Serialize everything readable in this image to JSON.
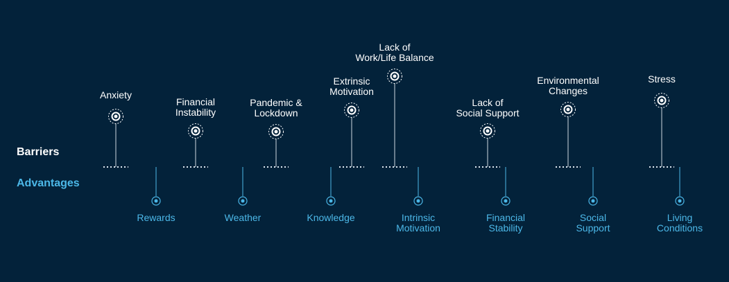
{
  "labels": {
    "barriers": "Barriers",
    "advantages": "Advantages"
  },
  "colors": {
    "background": "#03223a",
    "barrier": "#ffffff",
    "advantage": "#4cb8e8",
    "axis": "#4cb8e8"
  },
  "barriers": [
    {
      "label": "Anxiety"
    },
    {
      "label": "Financial\nInstability"
    },
    {
      "label": "Pandemic &\nLockdown"
    },
    {
      "label": "Extrinsic\nMotivation"
    },
    {
      "label": "Lack of\nWork/Life Balance"
    },
    {
      "label": "Lack of\nSocial Support"
    },
    {
      "label": "Environmental\nChanges"
    },
    {
      "label": "Stress"
    }
  ],
  "advantages": [
    {
      "label": "Rewards"
    },
    {
      "label": "Weather"
    },
    {
      "label": "Knowledge"
    },
    {
      "label": "Intrinsic\nMotivation"
    },
    {
      "label": "Financial\nStability"
    },
    {
      "label": "Social\nSupport"
    },
    {
      "label": "Living\nConditions"
    }
  ]
}
